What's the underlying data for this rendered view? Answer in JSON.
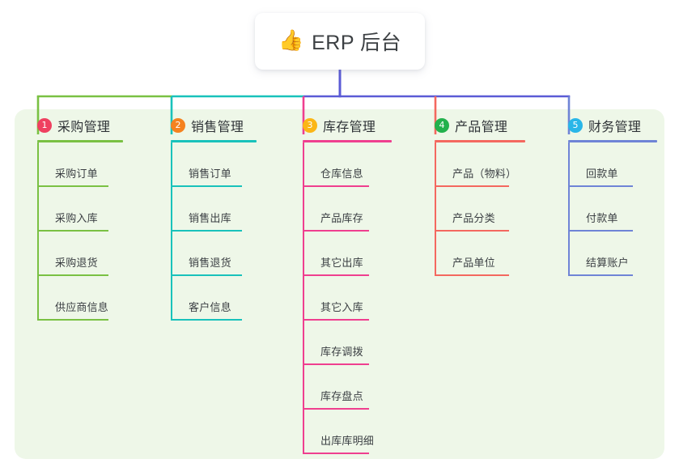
{
  "title": {
    "icon": "thumbs-up-icon",
    "icon_glyph": "👍",
    "text": "ERP 后台"
  },
  "colors": {
    "panel_bg": "#eef7e8",
    "page_bg": "#ffffff",
    "stem": "#5b5bd6",
    "title_text": "#3c4043"
  },
  "branches": [
    {
      "number": "1",
      "label": "采购管理",
      "color": "#7ac143",
      "badge_color": "#ef4060",
      "items": [
        "采购订单",
        "采购入库",
        "采购退货",
        "供应商信息"
      ]
    },
    {
      "number": "2",
      "label": "销售管理",
      "color": "#19c2bb",
      "badge_color": "#f5821f",
      "items": [
        "销售订单",
        "销售出库",
        "销售退货",
        "客户信息"
      ]
    },
    {
      "number": "3",
      "label": "库存管理",
      "color": "#ef3f8f",
      "badge_color": "#fbb616",
      "items": [
        "仓库信息",
        "产品库存",
        "其它出库",
        "其它入库",
        "库存调拨",
        "库存盘点",
        "出库库明细"
      ]
    },
    {
      "number": "4",
      "label": "产品管理",
      "color": "#f4685f",
      "badge_color": "#23b14d",
      "items": [
        "产品（物料）",
        "产品分类",
        "产品单位"
      ]
    },
    {
      "number": "5",
      "label": "财务管理",
      "color": "#6f84d6",
      "badge_color": "#29b6e8",
      "items": [
        "回款单",
        "付款单",
        "结算账户"
      ]
    }
  ]
}
